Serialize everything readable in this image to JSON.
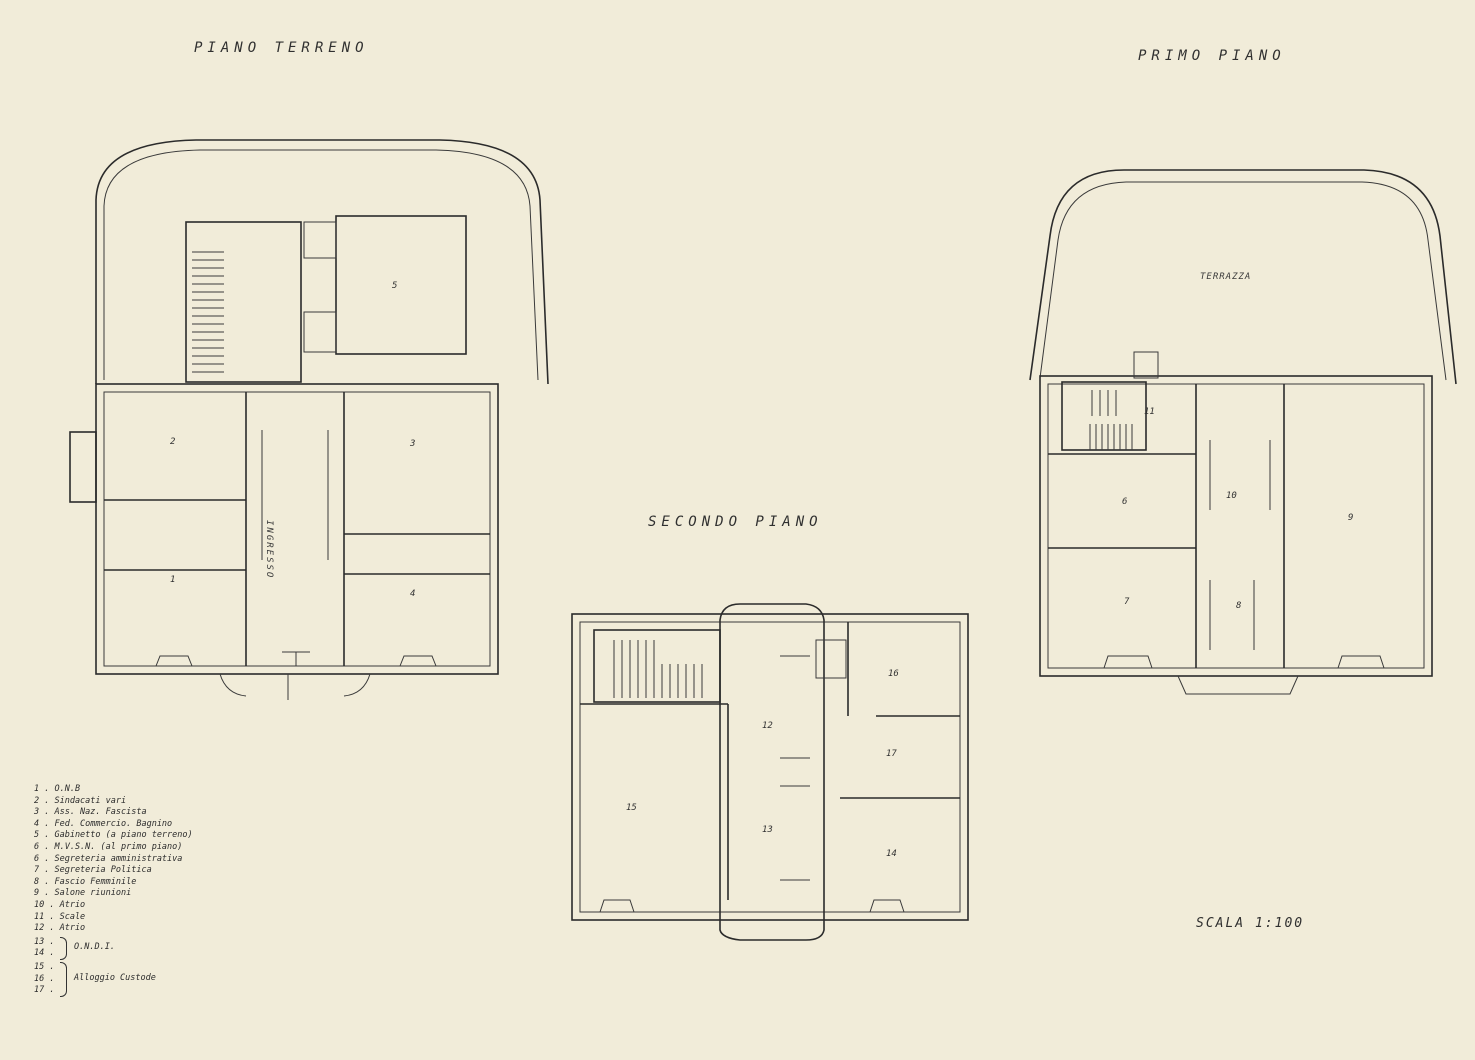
{
  "titles": {
    "piano_terreno": "PIANO TERRENO",
    "primo_piano": "PRIMO PIANO",
    "secondo_piano": "SECONDO PIANO",
    "scala": "SCALA 1:100"
  },
  "labels": {
    "terrazza": "TERRAZZA",
    "ingresso": "INGRESSO"
  },
  "room_numbers": {
    "ground": [
      "2",
      "3",
      "1",
      "4",
      "5"
    ],
    "first": [
      "6",
      "7",
      "8",
      "9",
      "10",
      "11"
    ],
    "second": [
      "12",
      "13",
      "14",
      "15",
      "16",
      "17"
    ]
  },
  "legend": {
    "items": [
      "1 . O.N.B",
      "2 . Sindacati vari",
      "3 . Ass. Naz. Fascista",
      "4 . Fed. Commercio. Bagnino",
      "5 . Gabinetto (a piano terreno)",
      "6 . M.V.S.N. (al primo piano)",
      "6 . Segreteria amministrativa",
      "7 . Segreteria Politica",
      "8 . Fascio Femminile",
      "9 . Salone riunioni",
      "10 . Atrio",
      "11 . Scale",
      "12 . Atrio"
    ],
    "group1": {
      "items": [
        "13 .",
        "14 ."
      ],
      "label": "O.N.D.I."
    },
    "group2": {
      "items": [
        "15 .",
        "16 .",
        "17 ."
      ],
      "label": "Alloggio Custode"
    }
  },
  "icons": {
    "floor_plans": "architectural-floor-plan"
  }
}
